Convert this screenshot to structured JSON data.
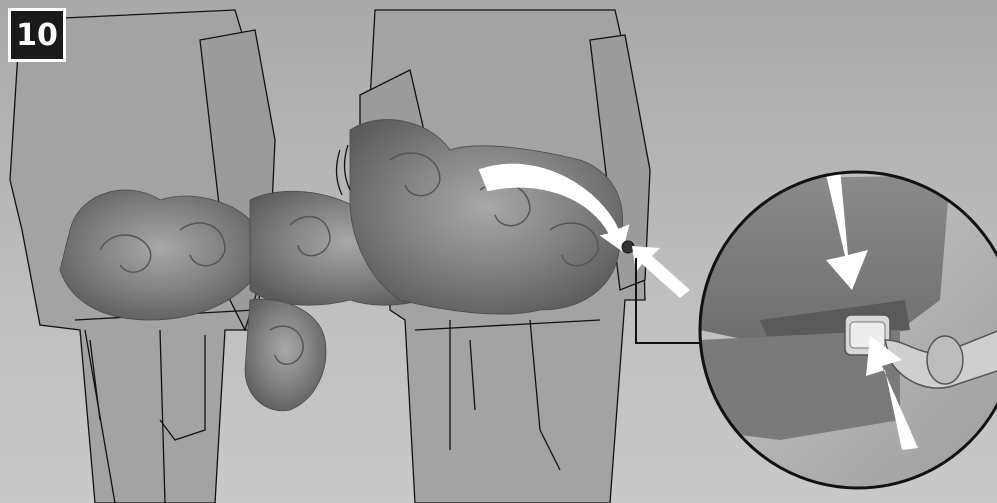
{
  "step": {
    "number": "10"
  },
  "colors": {
    "background": "#bdbdbd",
    "figure_fill": "#9a9a9a",
    "outline": "#111111",
    "ornament": "#7a7a7a",
    "arrow": "#ffffff",
    "badge_bg": "#1a1a1a"
  },
  "illustration": {
    "subject": "two-people-carrying-ornate-radiator",
    "detail_view": "radiator-valve-connection-closeup",
    "arrows": [
      "curved-arrow",
      "pointer-arrow",
      "detail-arrow-down",
      "detail-arrow-up"
    ]
  }
}
